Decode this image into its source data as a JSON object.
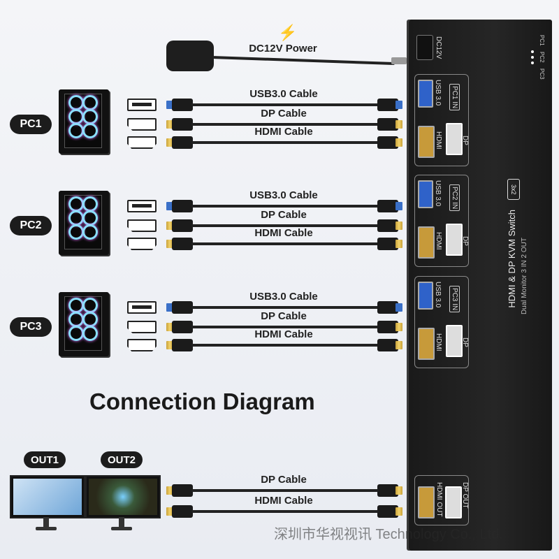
{
  "power": {
    "label": "DC12V Power",
    "icon": "lightning-icon"
  },
  "pcs": [
    {
      "badge": "PC1",
      "cables": [
        "USB3.0 Cable",
        "DP Cable",
        "HDMI Cable"
      ]
    },
    {
      "badge": "PC2",
      "cables": [
        "USB3.0 Cable",
        "DP Cable",
        "HDMI Cable"
      ]
    },
    {
      "badge": "PC3",
      "cables": [
        "USB3.0 Cable",
        "DP Cable",
        "HDMI Cable"
      ]
    }
  ],
  "title": "Connection Diagram",
  "outputs": {
    "badges": [
      "OUT1",
      "OUT2"
    ],
    "cables": [
      "DP Cable",
      "HDMI Cable"
    ]
  },
  "device": {
    "dc_label": "DC12V",
    "model_line1": "HDMI & DP KVM Switch",
    "model_line2": "Dual Monitor 3 IN 2 OUT",
    "model_badge": "3x2",
    "port_labels": [
      "PC1 IN",
      "PC2 IN",
      "PC3 IN"
    ],
    "usb_label": "USB 3.0",
    "hdmi_label": "HDMI",
    "dp_label": "DP",
    "out_hdmi_label": "HDMI OUT",
    "out_dp_label": "DP OUT",
    "led_labels": [
      "PC1",
      "PC2",
      "PC3"
    ]
  },
  "watermark": "深圳市华视视讯 Technology Co., Ltd."
}
